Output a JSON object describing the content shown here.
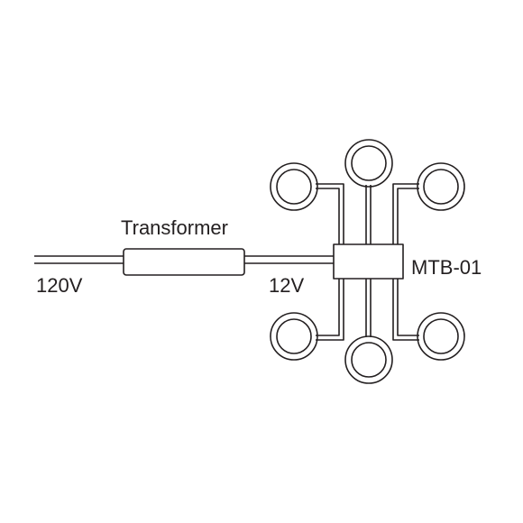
{
  "labels": {
    "transformer": "Transformer",
    "input_voltage": "120V",
    "output_voltage": "12V",
    "junction_box": "MTB-01"
  },
  "colors": {
    "stroke": "#231f20",
    "background": "#ffffff"
  },
  "components": {
    "lights": [
      "light-top-left",
      "light-top-center",
      "light-top-right",
      "light-bottom-left",
      "light-bottom-center",
      "light-bottom-right"
    ]
  }
}
